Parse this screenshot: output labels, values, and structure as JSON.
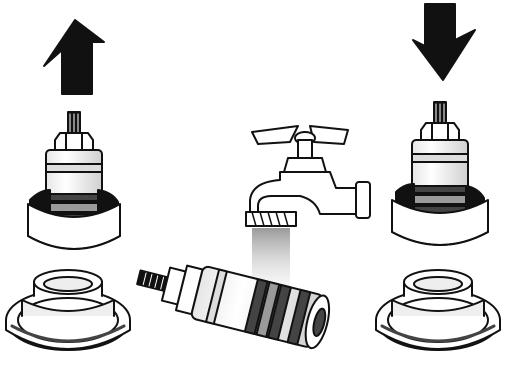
{
  "scene": {
    "description_free": true,
    "steps": [
      {
        "id": "remove",
        "arrow": "up-arrow-icon"
      },
      {
        "id": "rinse",
        "object": "faucet-icon"
      },
      {
        "id": "install",
        "arrow": "down-arrow-icon"
      }
    ],
    "colors": {
      "line": "#111111",
      "fill": "#ffffff",
      "band_dark": "#444444",
      "band_mid": "#9a9a9a",
      "water": "#cfcfcf"
    }
  }
}
